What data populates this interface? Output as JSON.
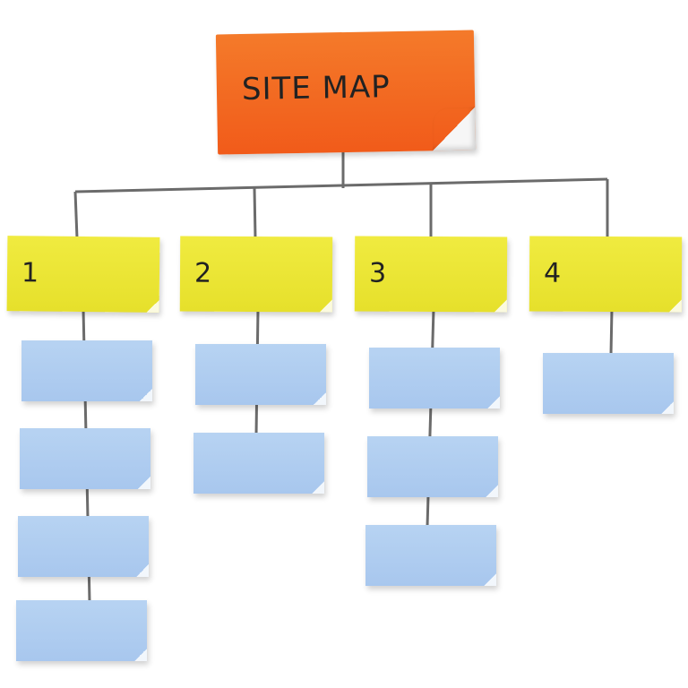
{
  "root": {
    "label": "SITE MAP"
  },
  "categories": [
    {
      "label": "1",
      "pages": 4
    },
    {
      "label": "2",
      "pages": 2
    },
    {
      "label": "3",
      "pages": 3
    },
    {
      "label": "4",
      "pages": 1
    }
  ],
  "colors": {
    "root": "#f15b1a",
    "category": "#e9e335",
    "page": "#aecbf0",
    "connector": "#6b6b6b"
  }
}
